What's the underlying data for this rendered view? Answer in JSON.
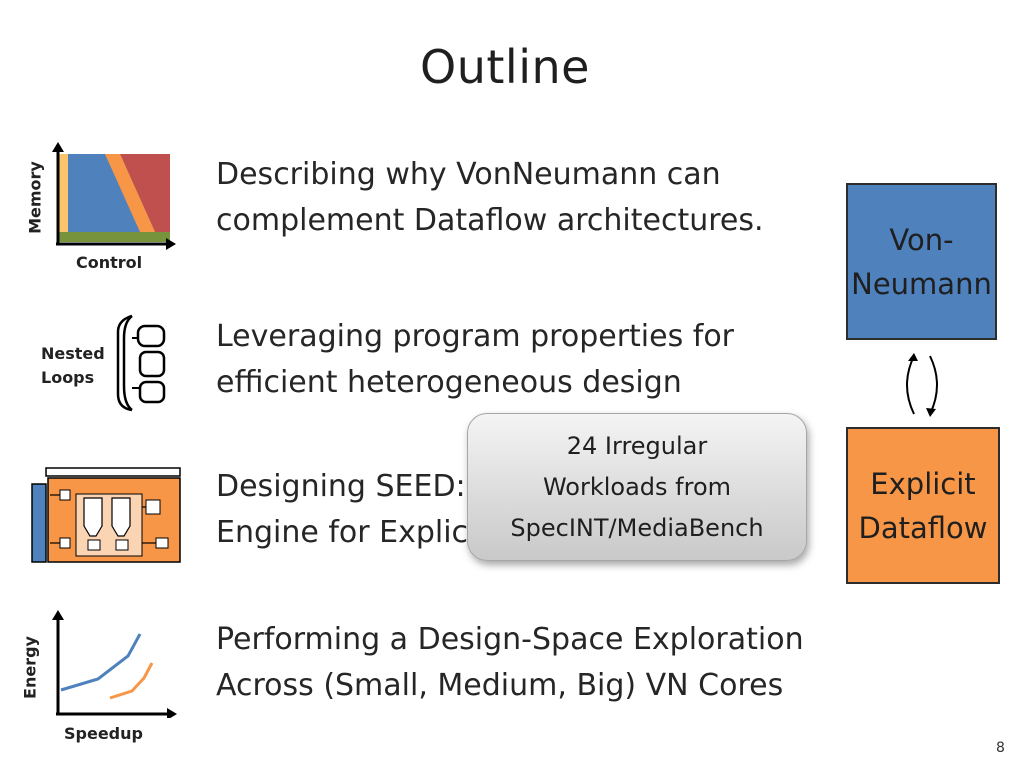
{
  "slide": {
    "title": "Outline",
    "page_number": "8"
  },
  "bullets": [
    {
      "line1": "Describing why VonNeumann can",
      "line2": "complement Dataflow architectures."
    },
    {
      "line1": "Leveraging program properties for",
      "line2": "efficient heterogeneous design"
    },
    {
      "line1": "Designing SEED: ",
      "line2": "Engine for Explic"
    },
    {
      "line1": "Performing a Design-Space Exploration",
      "line2": "Across (Small, Medium, Big) VN Cores"
    }
  ],
  "icons": {
    "memory_chart": {
      "y_label": "Memory",
      "x_label": "Control"
    },
    "nested_loops": {
      "label_line1": "Nested",
      "label_line2": "Loops"
    },
    "energy_chart": {
      "y_label": "Energy",
      "x_label": "Speedup"
    }
  },
  "diagram": {
    "von_neumann_line1": "Von-",
    "von_neumann_line2": "Neumann",
    "dataflow_line1": "Explicit",
    "dataflow_line2": "Dataflow"
  },
  "callout": {
    "line1": "24 Irregular",
    "line2": "Workloads from",
    "line3": "SpecINT/MediaBench"
  },
  "colors": {
    "blue": "#4f81bd",
    "orange": "#f79646",
    "red": "#c0504d",
    "green": "#77933c",
    "yellow": "#f9c46a"
  }
}
